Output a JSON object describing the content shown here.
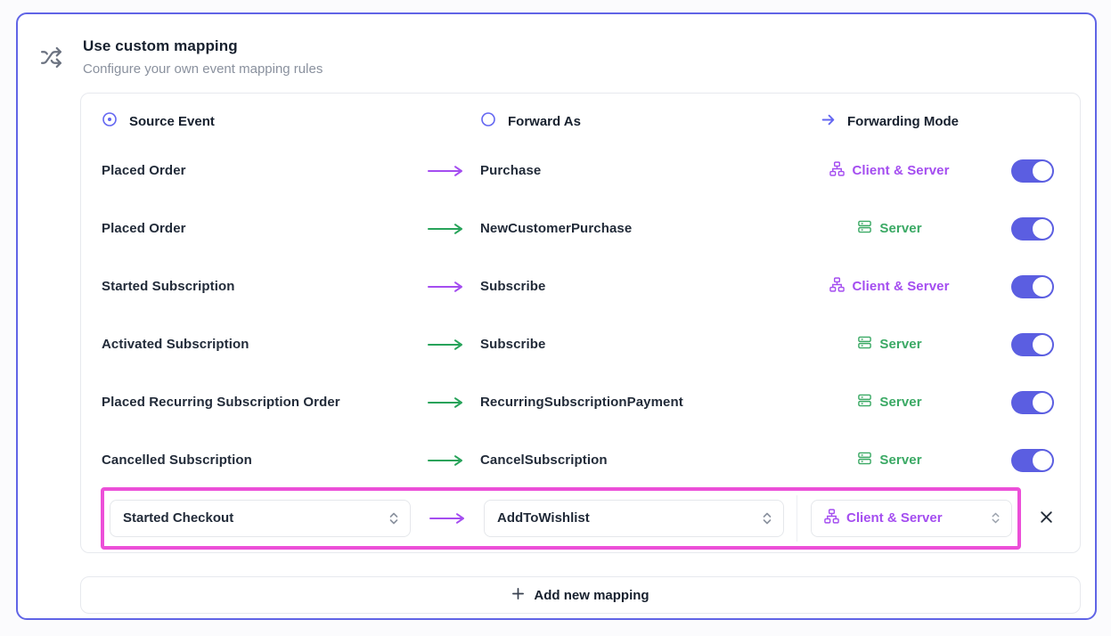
{
  "header": {
    "title": "Use custom mapping",
    "subtitle": "Configure your own event mapping rules",
    "icon": "shuffle-icon"
  },
  "table": {
    "columns": [
      {
        "label": "Source Event",
        "icon": "circle-dot-icon"
      },
      {
        "label": "Forward As",
        "icon": "circle-icon"
      },
      {
        "label": "Forwarding Mode",
        "icon": "arrow-right-icon"
      }
    ],
    "rows": [
      {
        "source": "Placed Order",
        "forward_as": "Purchase",
        "mode": "Client & Server",
        "mode_type": "client-server",
        "mode_icon": "hierarchy-icon",
        "enabled": true
      },
      {
        "source": "Placed Order",
        "forward_as": "NewCustomerPurchase",
        "mode": "Server",
        "mode_type": "server",
        "mode_icon": "server-icon",
        "enabled": true
      },
      {
        "source": "Started Subscription",
        "forward_as": "Subscribe",
        "mode": "Client & Server",
        "mode_type": "client-server",
        "mode_icon": "hierarchy-icon",
        "enabled": true
      },
      {
        "source": "Activated Subscription",
        "forward_as": "Subscribe",
        "mode": "Server",
        "mode_type": "server",
        "mode_icon": "server-icon",
        "enabled": true
      },
      {
        "source": "Placed Recurring Subscription Order",
        "forward_as": "RecurringSubscriptionPayment",
        "mode": "Server",
        "mode_type": "server",
        "mode_icon": "server-icon",
        "enabled": true
      },
      {
        "source": "Cancelled Subscription",
        "forward_as": "CancelSubscription",
        "mode": "Server",
        "mode_type": "server",
        "mode_icon": "server-icon",
        "enabled": true
      }
    ],
    "edit_row": {
      "source_value": "Started Checkout",
      "forward_as_value": "AddToWishlist",
      "mode_value": "Client & Server",
      "mode_icon": "hierarchy-icon",
      "remove_icon": "close-icon"
    }
  },
  "add_button": {
    "label": "Add new mapping",
    "icon": "plus-icon"
  },
  "colors": {
    "card_border": "#6064e6",
    "accent_indigo": "#6366f1",
    "purple": "#a44df0",
    "green_text": "#3aa964",
    "green_arrow": "#27a35a",
    "toggle_on": "#5b5ee1",
    "highlight_pink": "#ec4fd8"
  }
}
